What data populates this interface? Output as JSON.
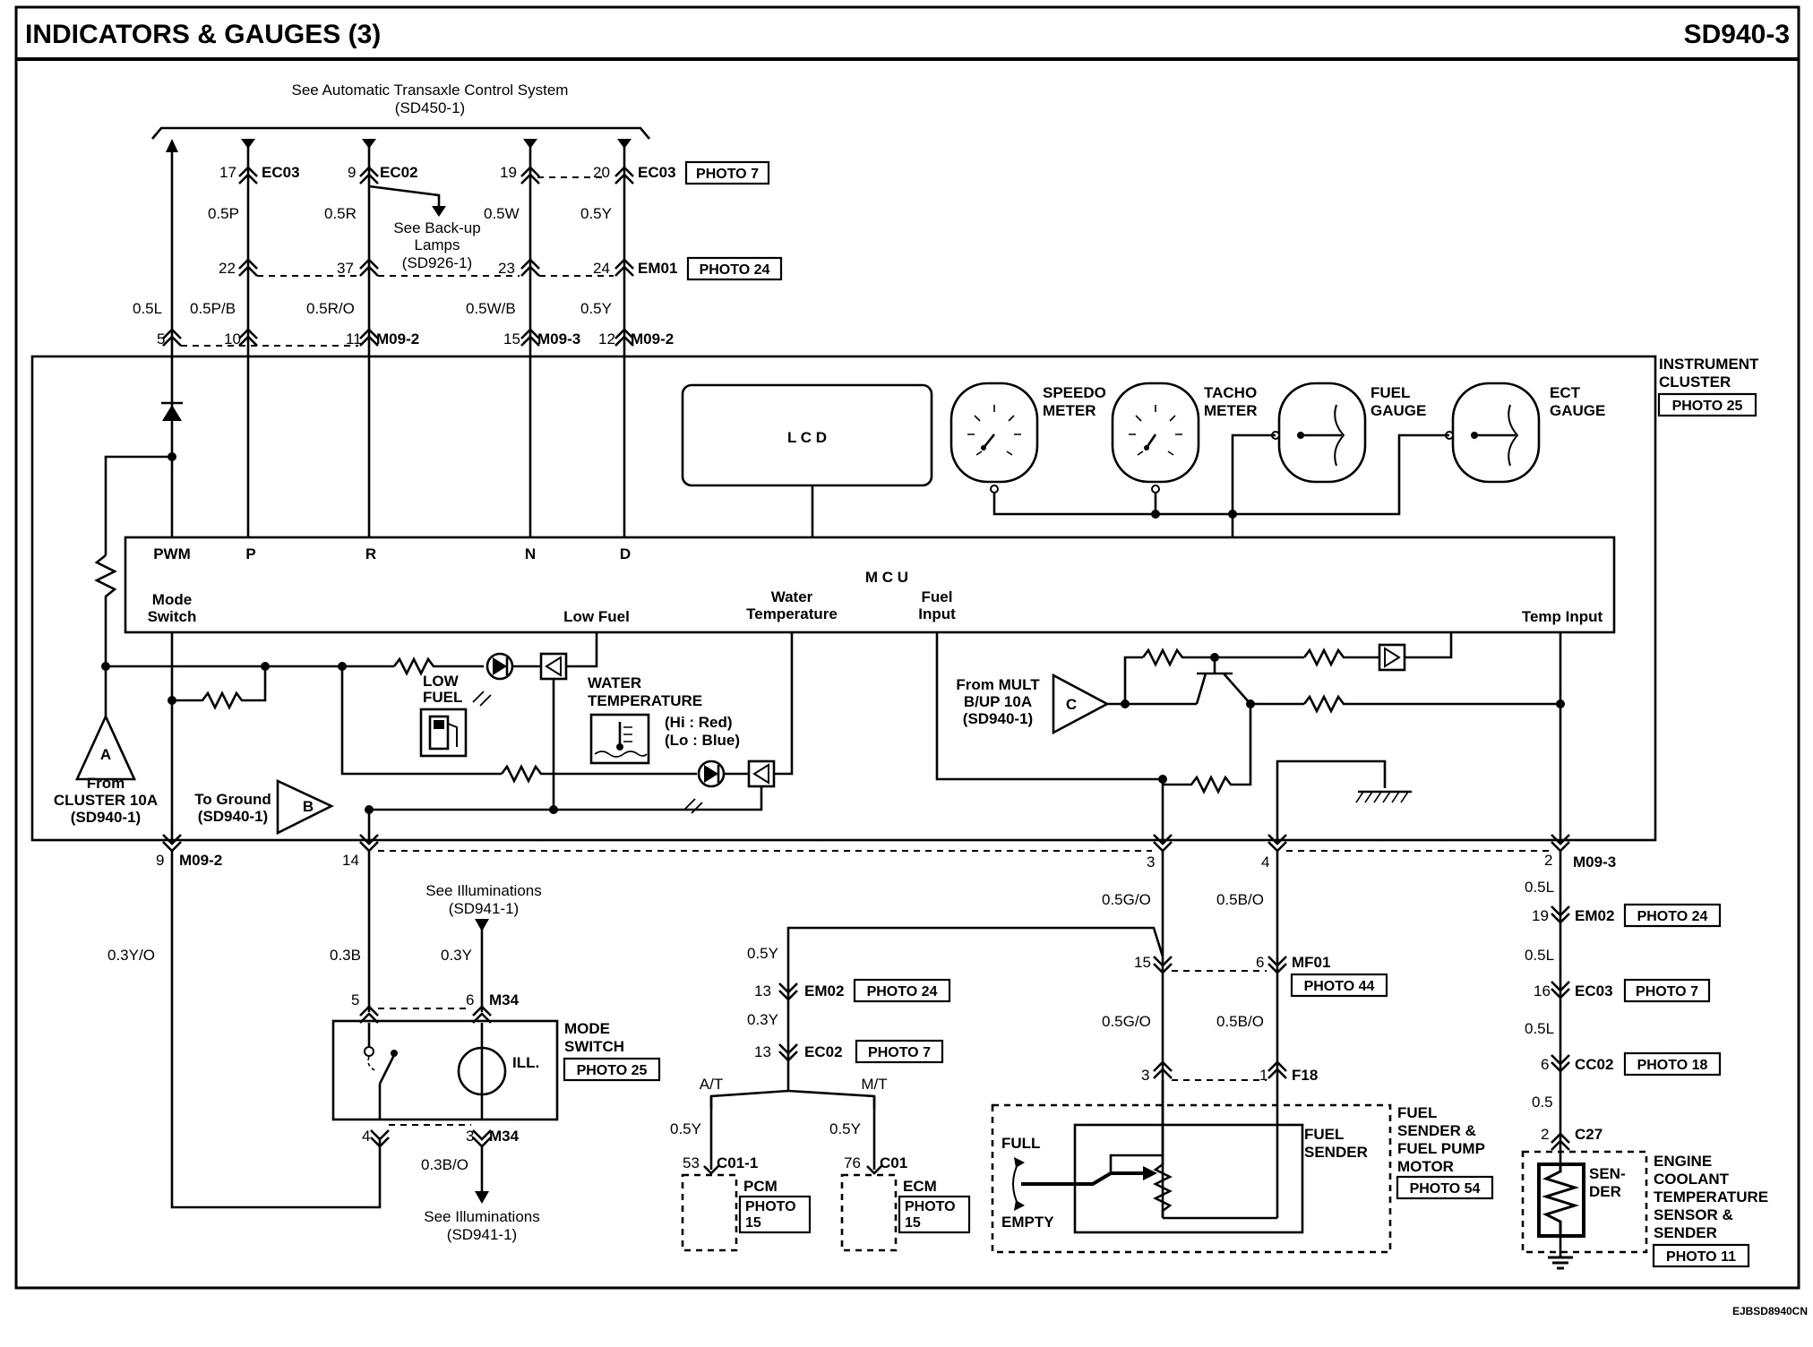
{
  "header": {
    "title": "INDICATORS & GAUGES (3)",
    "code": "SD940-3"
  },
  "footer": {
    "code": "EJBSD8940CN"
  },
  "top": {
    "see_at": "See Automatic Transaxle Control System",
    "see_at_ref": "(SD450-1)",
    "see_backup": [
      "See Back-up",
      "Lamps",
      "(SD926-1)"
    ]
  },
  "connectors": {
    "ec03": "EC03",
    "ec02": "EC02",
    "em01": "EM01",
    "m09_2": "M09-2",
    "m09_3": "M09-3",
    "em02": "EM02",
    "cc02": "CC02",
    "c27": "C27",
    "m34": "M34",
    "mf01": "MF01",
    "f18": "F18",
    "c01_1": "C01-1",
    "c01": "C01"
  },
  "pins": {
    "p17": "17",
    "p9": "9",
    "p19": "19",
    "p20": "20",
    "p22": "22",
    "p37": "37",
    "p23": "23",
    "p24": "24",
    "p5": "5",
    "p10": "10",
    "p11": "11",
    "p15": "15",
    "p12": "12",
    "b9": "9",
    "b14": "14",
    "b3": "3",
    "b4": "4",
    "b2": "2",
    "r19": "19",
    "r16": "16",
    "r6": "6",
    "r2": "2",
    "m5": "5",
    "m6": "6",
    "m4": "4",
    "m3": "3",
    "f15": "15",
    "f6": "6",
    "f3": "3",
    "f1": "1",
    "e13a": "13",
    "e13b": "13",
    "e53": "53",
    "e76": "76"
  },
  "wires": {
    "w05p": "0.5P",
    "w05r": "0.5R",
    "w05w": "0.5W",
    "w05y": "0.5Y",
    "w05l": "0.5L",
    "w05pb": "0.5P/B",
    "w05ro": "0.5R/O",
    "w05wb": "0.5W/B",
    "w05y2": "0.5Y",
    "w03yo": "0.3Y/O",
    "w03b": "0.3B",
    "w03y": "0.3Y",
    "w03bo": "0.3B/O",
    "w05go": "0.5G/O",
    "w05bo": "0.5B/O",
    "w05go2": "0.5G/O",
    "w05bo2": "0.5B/O",
    "w05y3": "0.5Y",
    "w03y2": "0.3Y",
    "w05y4": "0.5Y",
    "w05y5": "0.5Y",
    "w05l2": "0.5L",
    "w05l3": "0.5L",
    "w05l4": "0.5L",
    "w05": "0.5"
  },
  "photos": {
    "ph7a": "PHOTO 7",
    "ph24a": "PHOTO 24",
    "ph25": "PHOTO 25",
    "ph24b": "PHOTO 24",
    "ph7b": "PHOTO 7",
    "ph18": "PHOTO 18",
    "ph11": "PHOTO 11",
    "ph25b": "PHOTO 25",
    "ph44": "PHOTO 44",
    "ph54": "PHOTO 54",
    "ph24c": "PHOTO 24",
    "ph7c": "PHOTO 7",
    "photo": "PHOTO",
    "fifteen": "15",
    "photo2": "PHOTO",
    "fifteen2": "15"
  },
  "cluster": {
    "label": [
      "INSTRUMENT",
      "CLUSTER"
    ],
    "lcd": "L C D",
    "speedo": [
      "SPEEDO",
      "METER"
    ],
    "tacho": [
      "TACHO",
      "METER"
    ],
    "fuel_gauge": [
      "FUEL",
      "GAUGE"
    ],
    "ect_gauge": [
      "ECT",
      "GAUGE"
    ],
    "mcu": "M C U",
    "pwm": "PWM",
    "p": "P",
    "r": "R",
    "n": "N",
    "d": "D",
    "mode_switch": [
      "Mode",
      "Switch"
    ],
    "low_fuel": "Low Fuel",
    "water_temp": [
      "Water",
      "Temperature"
    ],
    "fuel_input": [
      "Fuel",
      "Input"
    ],
    "temp_input": "Temp Input",
    "low_fuel_ind": [
      "LOW",
      "FUEL"
    ],
    "water_ind": [
      "WATER",
      "TEMPERATURE"
    ],
    "hi_lo": [
      "(Hi : Red)",
      "(Lo : Blue)"
    ],
    "from_mult": [
      "From MULT",
      "B/UP 10A",
      "(SD940-1)"
    ],
    "from_cluster": [
      "From",
      "CLUSTER 10A",
      "(SD940-1)"
    ],
    "to_ground": [
      "To Ground",
      "(SD940-1)"
    ],
    "tri_a": "A",
    "tri_b": "B",
    "tri_c": "C"
  },
  "lower": {
    "see_illum": [
      "See Illuminations",
      "(SD941-1)"
    ],
    "see_illum2": [
      "See Illuminations",
      "(SD941-1)"
    ],
    "mode_switch": [
      "MODE",
      "SWITCH"
    ],
    "ill": "ILL.",
    "at": "A/T",
    "mt": "M/T",
    "pcm": "PCM",
    "ecm": "ECM",
    "fuel_sender_title": [
      "FUEL",
      "SENDER &",
      "FUEL PUMP",
      "MOTOR"
    ],
    "fuel_sender": [
      "FUEL",
      "SENDER"
    ],
    "full": "FULL",
    "empty": "EMPTY",
    "sender": [
      "SEN-",
      "DER"
    ],
    "ect_title": [
      "ENGINE",
      "COOLANT",
      "TEMPERATURE",
      "SENSOR &",
      "SENDER"
    ]
  }
}
